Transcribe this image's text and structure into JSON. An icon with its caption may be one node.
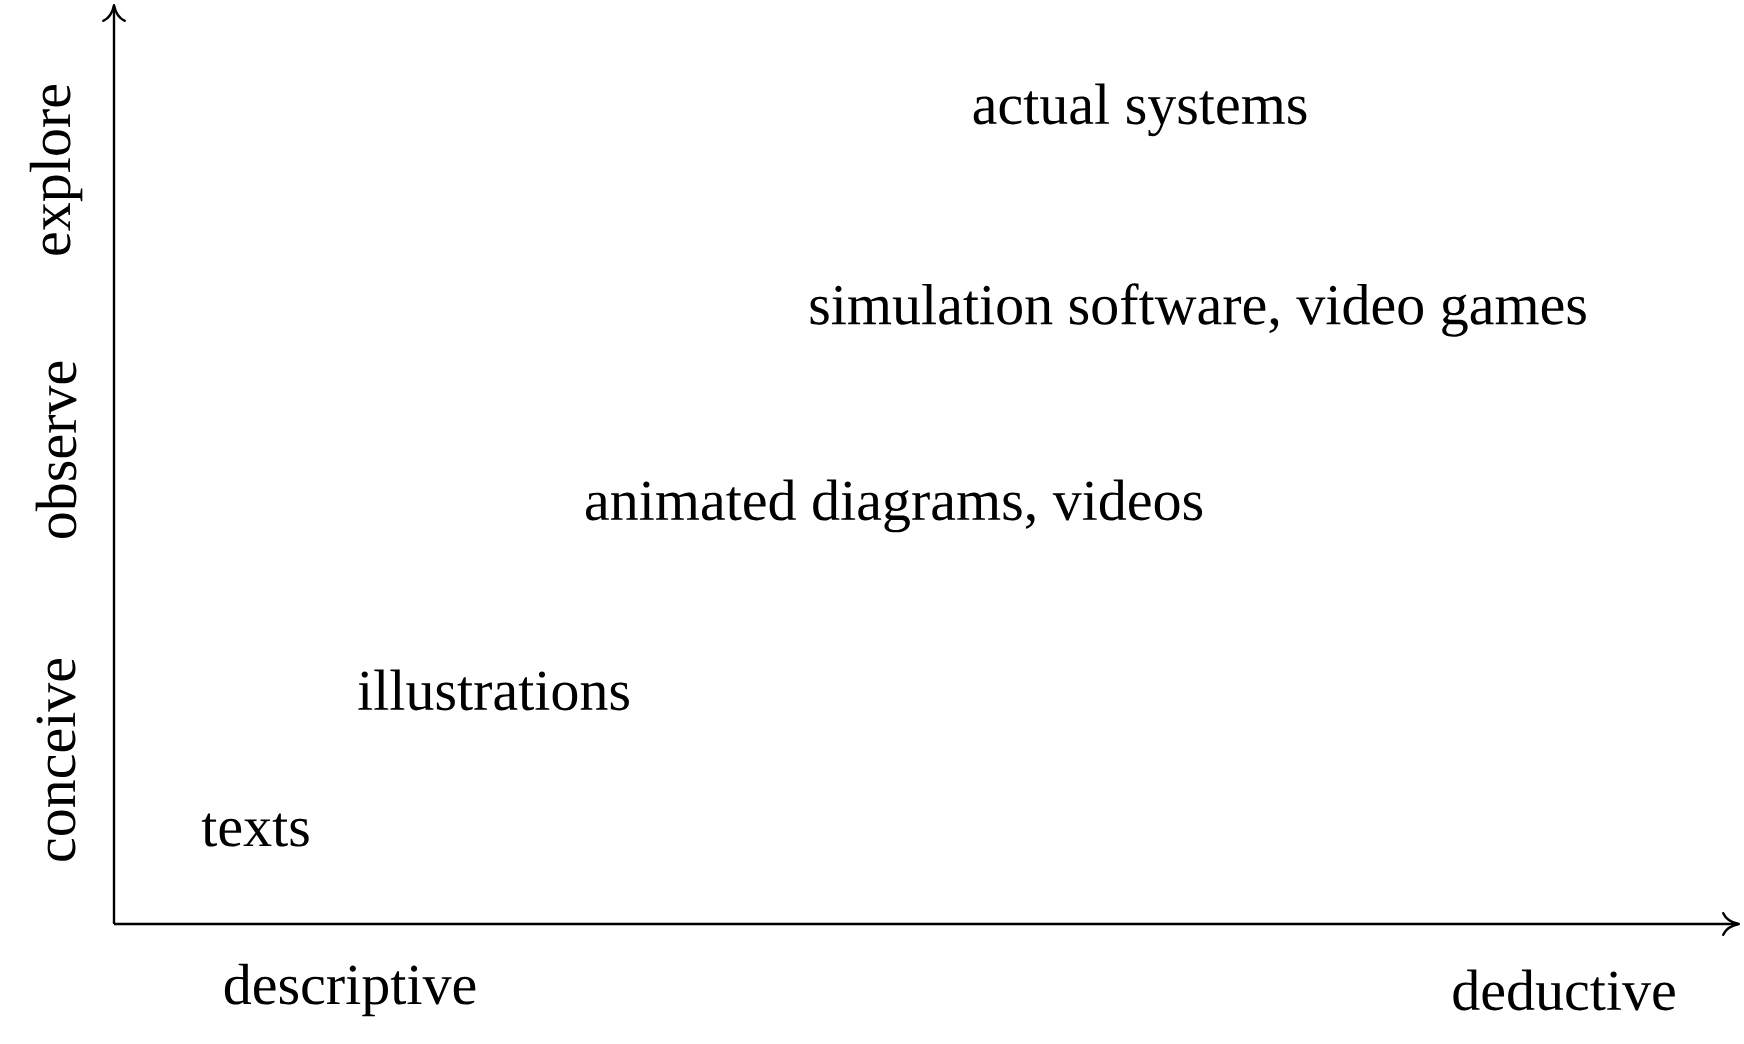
{
  "diagram": {
    "labels": [
      "actual systems",
      "explore",
      "simulation software, video games",
      "observe",
      "animated diagrams, videos",
      "illustrations",
      "conceive",
      "texts",
      "descriptive",
      "deductive"
    ]
  }
}
